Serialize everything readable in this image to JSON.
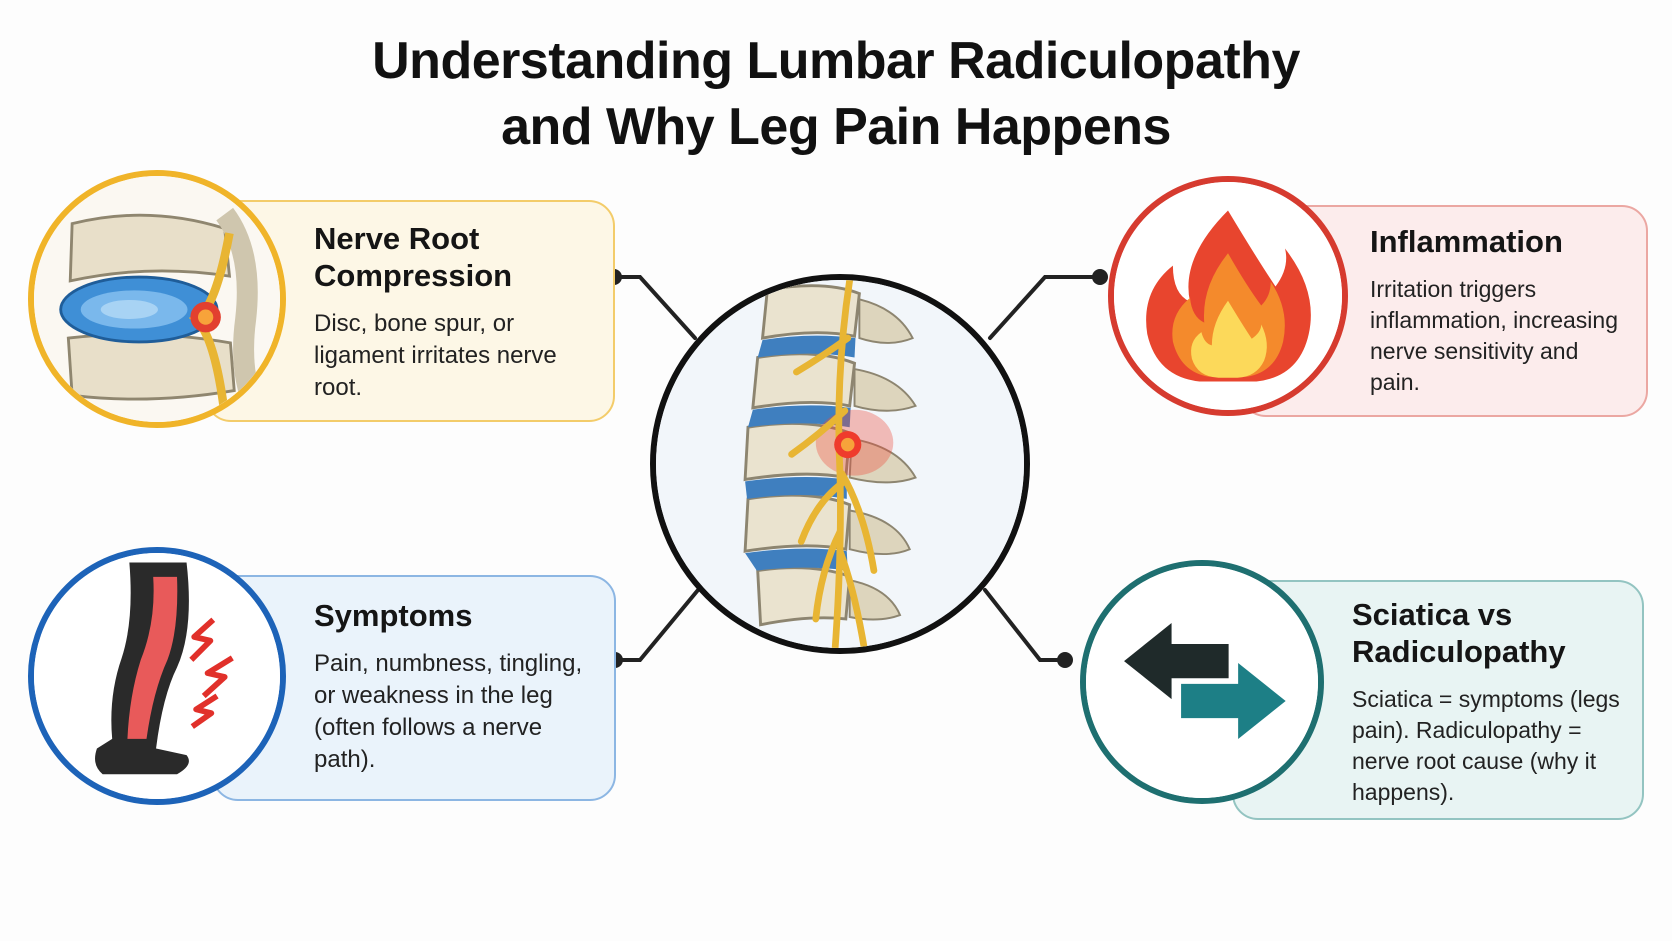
{
  "title": {
    "line1": "Understanding Lumbar Radiculopathy",
    "line2": "and Why Leg Pain Happens"
  },
  "cards": {
    "compression": {
      "heading": "Nerve Root Compression",
      "body": "Disc, bone spur, or ligament irritates nerve root.",
      "accent": "#f0b429",
      "fill": "#fdf7e6"
    },
    "inflammation": {
      "heading": "Inflammation",
      "body": "Irritation triggers inflammation, increasing nerve sensitivity and pain.",
      "accent": "#d63b2f",
      "fill": "#fcecec"
    },
    "symptoms": {
      "heading": "Symptoms",
      "body": "Pain, numbness, tingling, or weakness in the leg (often follows a nerve path).",
      "accent": "#1d63b8",
      "fill": "#eaf3fb"
    },
    "sciatica": {
      "heading": "Sciatica vs Radiculopathy",
      "body": "Sciatica = symptoms (legs pain). Radiculopathy = nerve root cause (why it happens).",
      "accent": "#1e6f70",
      "fill": "#e8f4f3"
    }
  },
  "icons": {
    "compression": "spine-disc-compression-icon",
    "inflammation": "flame-icon",
    "symptoms": "leg-pain-icon",
    "sciatica": "opposing-arrows-icon",
    "center": "lumbar-spine-icon"
  }
}
